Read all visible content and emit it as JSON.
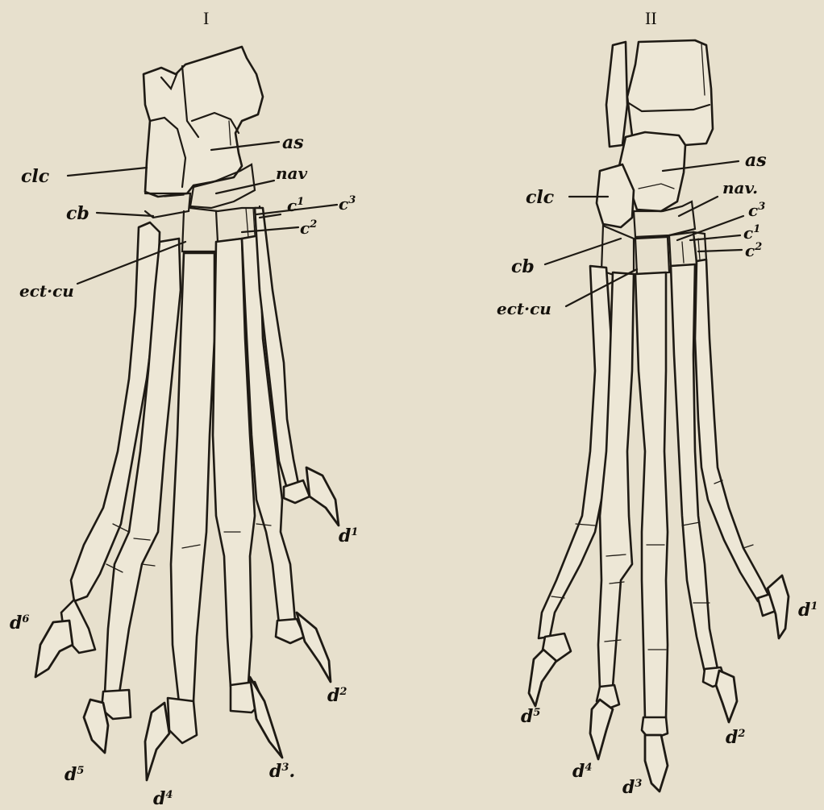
{
  "panels": [
    {
      "numeral": "I",
      "labels": {
        "clc": "clc",
        "as": "as",
        "nav": "nav",
        "cb": "cb",
        "c1": "c",
        "c1_sup": "1",
        "c3": "c",
        "c3_sup": "3",
        "c2": "c",
        "c2_sup": "2",
        "ect_cu": "ect·cu",
        "d1": "d",
        "d1_sup": "1",
        "d2": "d",
        "d2_sup": "2",
        "d3": "d",
        "d3_sup": "3",
        "d3_dot": ".",
        "d4": "d",
        "d4_sup": "4",
        "d5": "d",
        "d5_sup": "5",
        "d6": "d",
        "d6_sup": "6"
      }
    },
    {
      "numeral": "II",
      "labels": {
        "as": "as",
        "clc": "clc",
        "nav": "nav.",
        "c3": "c",
        "c3_sup": "3",
        "c1": "c",
        "c1_sup": "1",
        "c2": "c",
        "c2_sup": "2",
        "cb": "cb",
        "ect_cu": "ect·cu",
        "d1": "d",
        "d1_sup": "1",
        "d2": "d",
        "d2_sup": "2",
        "d3": "d",
        "d3_sup": "3",
        "d4": "d",
        "d4_sup": "4",
        "d5": "d",
        "d5_sup": "5"
      }
    }
  ],
  "colors": {
    "paper": "#e7e0cd",
    "ink": "#1e1a14"
  }
}
